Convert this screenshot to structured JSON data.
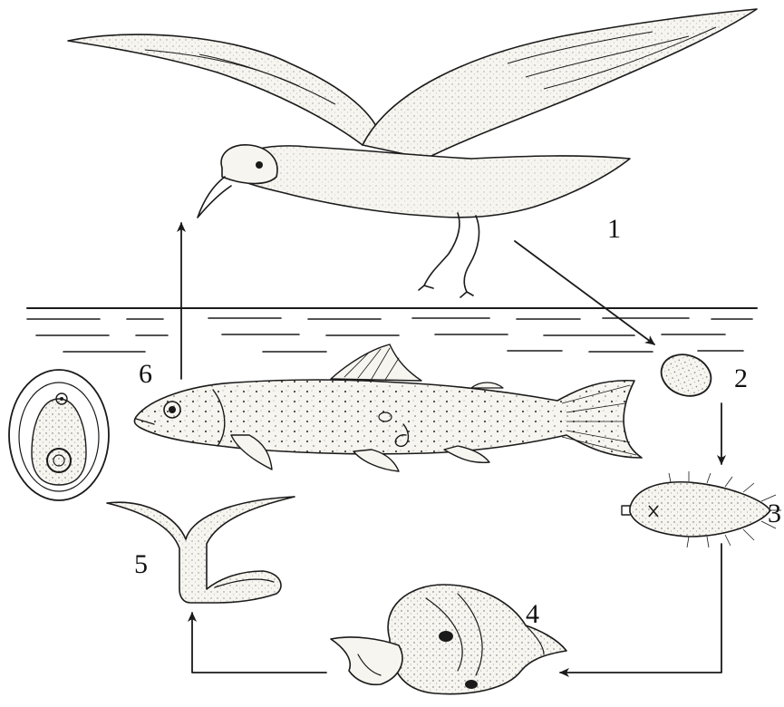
{
  "diagram": {
    "stages": [
      {
        "id": "bird",
        "label": "1"
      },
      {
        "id": "egg",
        "label": "2"
      },
      {
        "id": "miracidium",
        "label": "3"
      },
      {
        "id": "snail",
        "label": "4"
      },
      {
        "id": "cercaria",
        "label": "5"
      },
      {
        "id": "fish",
        "label": "6"
      }
    ],
    "icons": {
      "bird": "gull-illustration",
      "egg": "egg-illustration",
      "miracidium": "ciliated-larva-illustration",
      "snail": "snail-illustration",
      "cercaria": "forked-tail-larva-illustration",
      "fish": "fish-illustration",
      "cyst": "encysted-larva-illustration"
    },
    "colors": {
      "ink": "#1a1a1a",
      "paper": "#ffffff"
    }
  }
}
